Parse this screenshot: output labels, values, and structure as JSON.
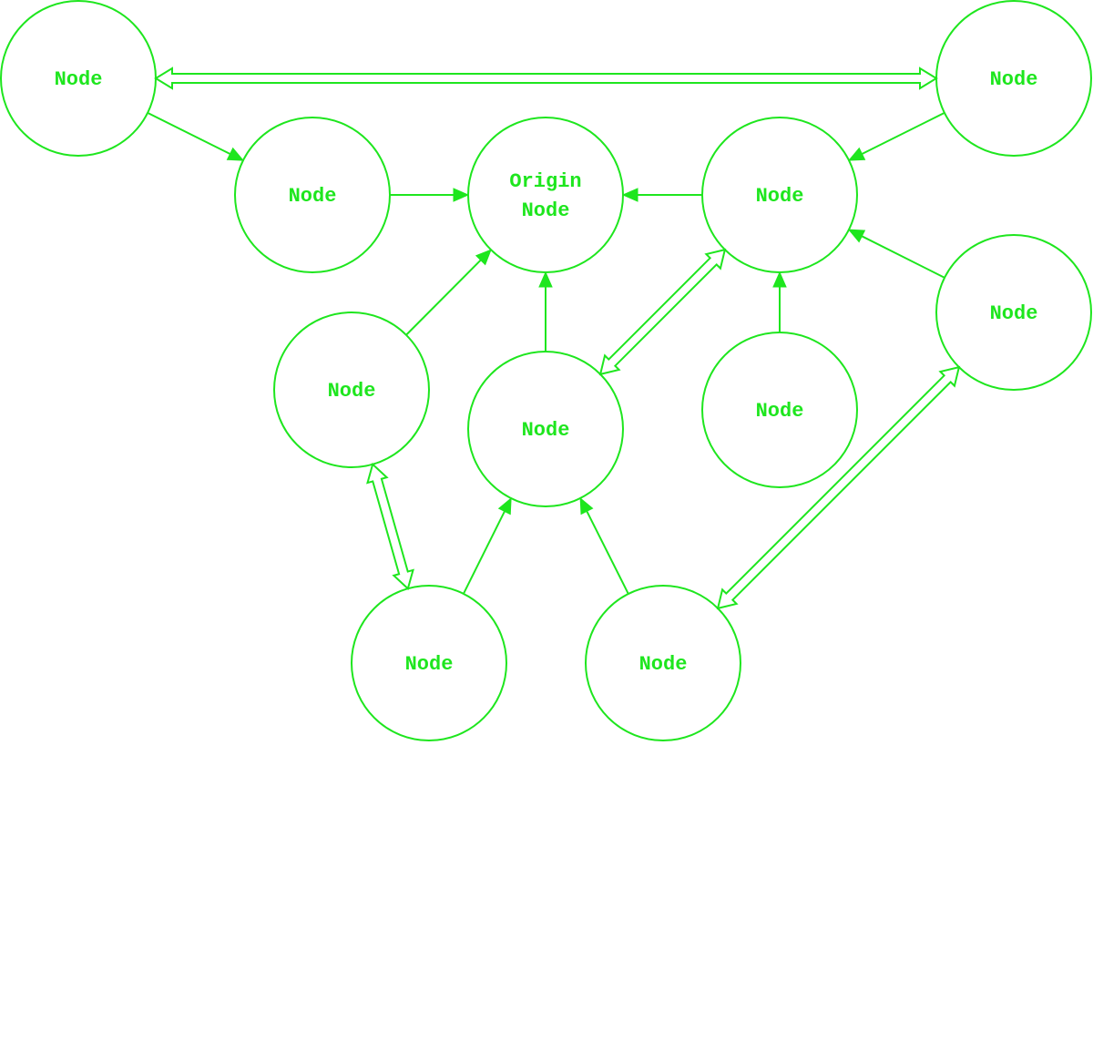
{
  "colors": {
    "stroke": "#1ee61e",
    "background": "#ffffff"
  },
  "nodes": [
    {
      "id": "n-top-left",
      "label": [
        "Node"
      ]
    },
    {
      "id": "n-top-right",
      "label": [
        "Node"
      ]
    },
    {
      "id": "n-left",
      "label": [
        "Node"
      ]
    },
    {
      "id": "n-origin",
      "label": [
        "Origin",
        "Node"
      ]
    },
    {
      "id": "n-right",
      "label": [
        "Node"
      ]
    },
    {
      "id": "n-far-right",
      "label": [
        "Node"
      ]
    },
    {
      "id": "n-mid-left",
      "label": [
        "Node"
      ]
    },
    {
      "id": "n-center",
      "label": [
        "Node"
      ]
    },
    {
      "id": "n-mid-right",
      "label": [
        "Node"
      ]
    },
    {
      "id": "n-bottom-left",
      "label": [
        "Node"
      ]
    },
    {
      "id": "n-bottom-right",
      "label": [
        "Node"
      ]
    }
  ],
  "edges": [
    {
      "from": "n-top-left",
      "to": "n-top-right",
      "style": "bidirectional"
    },
    {
      "from": "n-top-left",
      "to": "n-left",
      "style": "directed"
    },
    {
      "from": "n-left",
      "to": "n-origin",
      "style": "directed"
    },
    {
      "from": "n-right",
      "to": "n-origin",
      "style": "directed"
    },
    {
      "from": "n-top-right",
      "to": "n-right",
      "style": "directed"
    },
    {
      "from": "n-far-right",
      "to": "n-right",
      "style": "directed"
    },
    {
      "from": "n-mid-right",
      "to": "n-right",
      "style": "directed"
    },
    {
      "from": "n-center",
      "to": "n-origin",
      "style": "directed"
    },
    {
      "from": "n-mid-left",
      "to": "n-origin",
      "style": "directed"
    },
    {
      "from": "n-center",
      "to": "n-right",
      "style": "bidirectional"
    },
    {
      "from": "n-mid-left",
      "to": "n-bottom-left",
      "style": "bidirectional"
    },
    {
      "from": "n-bottom-left",
      "to": "n-center",
      "style": "directed"
    },
    {
      "from": "n-bottom-right",
      "to": "n-center",
      "style": "directed"
    },
    {
      "from": "n-bottom-right",
      "to": "n-far-right",
      "style": "bidirectional"
    }
  ]
}
